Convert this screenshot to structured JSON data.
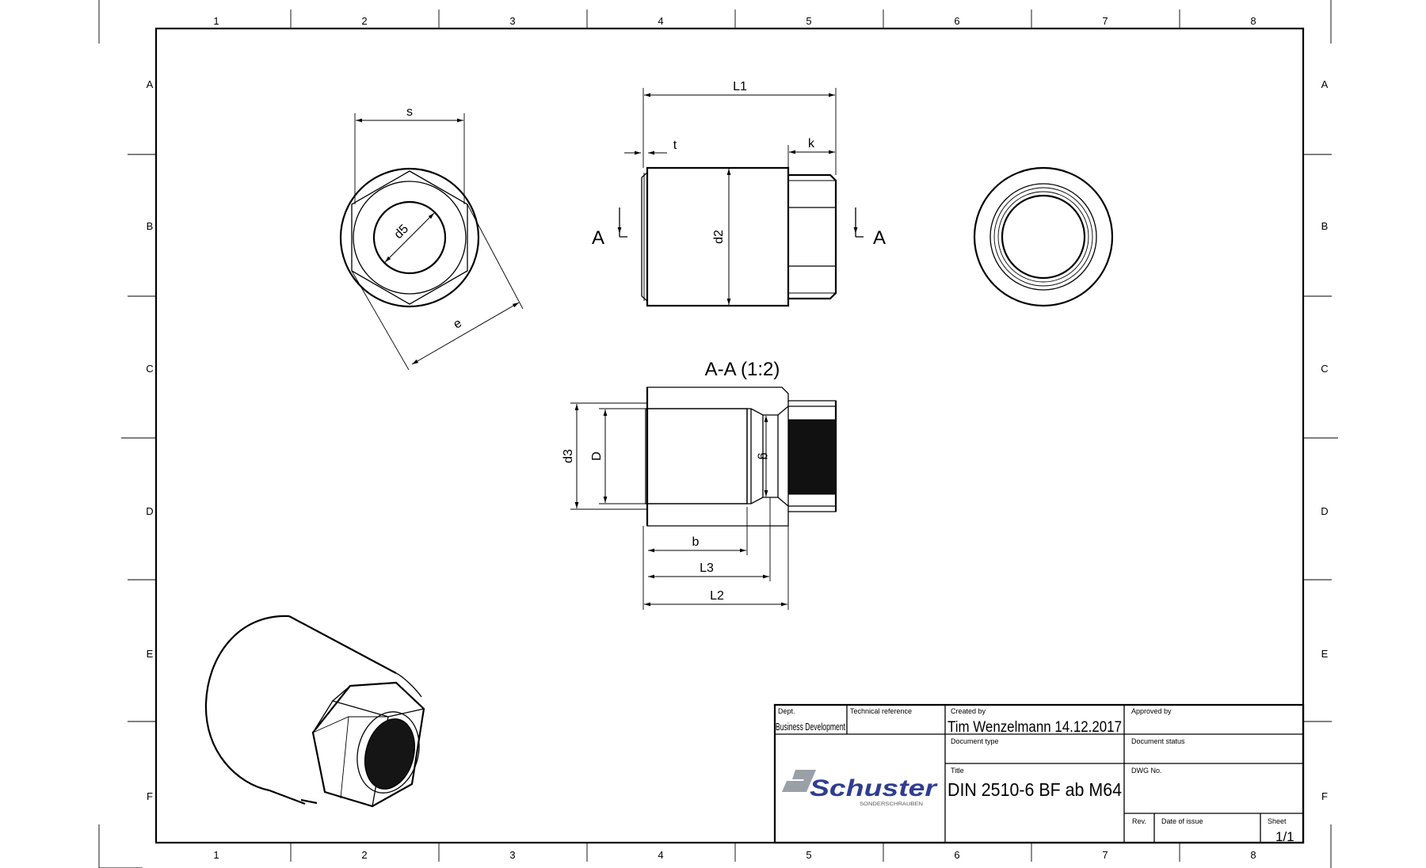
{
  "grid": {
    "columns": [
      "1",
      "2",
      "3",
      "4",
      "5",
      "6",
      "7",
      "8"
    ],
    "rows": [
      "A",
      "B",
      "C",
      "D",
      "E",
      "F"
    ]
  },
  "views": {
    "front": {
      "s": "s",
      "d5": "d5",
      "e": "e"
    },
    "side": {
      "L1": "L1",
      "t": "t",
      "k": "k",
      "d2": "d2",
      "cut_left": "A",
      "cut_right": "A"
    },
    "section": {
      "title": "A-A (1:2)",
      "d3": "d3",
      "D": "D",
      "g": "g",
      "b": "b",
      "L3": "L3",
      "L2": "L2"
    }
  },
  "title_block": {
    "dept_label": "Dept.",
    "dept_value": "Business Development",
    "tech_ref_label": "Technical reference",
    "created_by_label": "Created by",
    "created_by_value": "Tim Wenzelmann 14.12.2017",
    "approved_by_label": "Approved by",
    "doc_type_label": "Document type",
    "doc_status_label": "Document status",
    "title_label": "Title",
    "title_value": "DIN 2510-6 BF ab M64",
    "dwg_no_label": "DWG No.",
    "rev_label": "Rev.",
    "date_label": "Date of issue",
    "sheet_label": "Sheet",
    "sheet_value": "1/1",
    "logo_name": "Schuster",
    "logo_sub": "SONDERSCHRAUBEN"
  },
  "colors": {
    "logo_blue": "#2f3d8f",
    "logo_gray": "#9aa0a8"
  }
}
